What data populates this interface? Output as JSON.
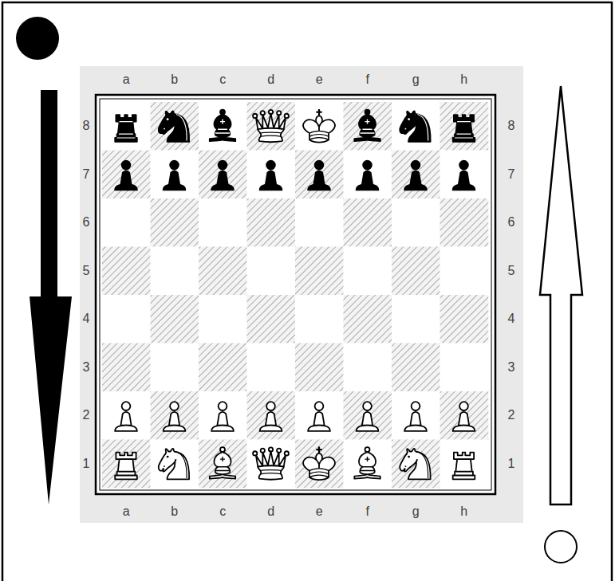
{
  "diagram": {
    "labels": [
      "a",
      "b",
      "c",
      "d",
      "e",
      "f",
      "g",
      "h",
      "8",
      "8",
      "7",
      "7",
      "6",
      "6",
      "5",
      "5",
      "4",
      "4",
      "3",
      "3",
      "2",
      "2",
      "1",
      "1",
      "a",
      "b",
      "c",
      "d",
      "e",
      "f",
      "g",
      "h"
    ]
  }
}
